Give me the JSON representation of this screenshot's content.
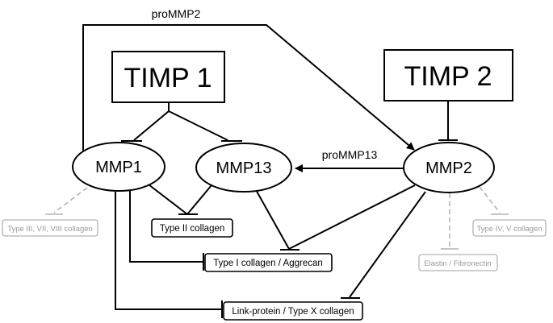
{
  "nodes": {
    "timp1": "TIMP 1",
    "timp2": "TIMP 2",
    "mmp1": "MMP1",
    "mmp13": "MMP13",
    "mmp2": "MMP2"
  },
  "edge_labels": {
    "promMP2": "proMMP2",
    "promMP13": "proMMP13"
  },
  "substrates": {
    "type2": "Type II collagen",
    "type1_aggrecan": "Type I collagen / Aggrecan",
    "link_type10": "Link-protein / Type X collagen",
    "type3_7_8": "Type III, VII, VIII  collagen",
    "type4_5": "Type IV, V collagen",
    "elastin": "Elastin / Fibronectin"
  },
  "colors": {
    "line": "#000000",
    "muted": "#b3b3b3",
    "muted_text": "#9a9a9a"
  }
}
